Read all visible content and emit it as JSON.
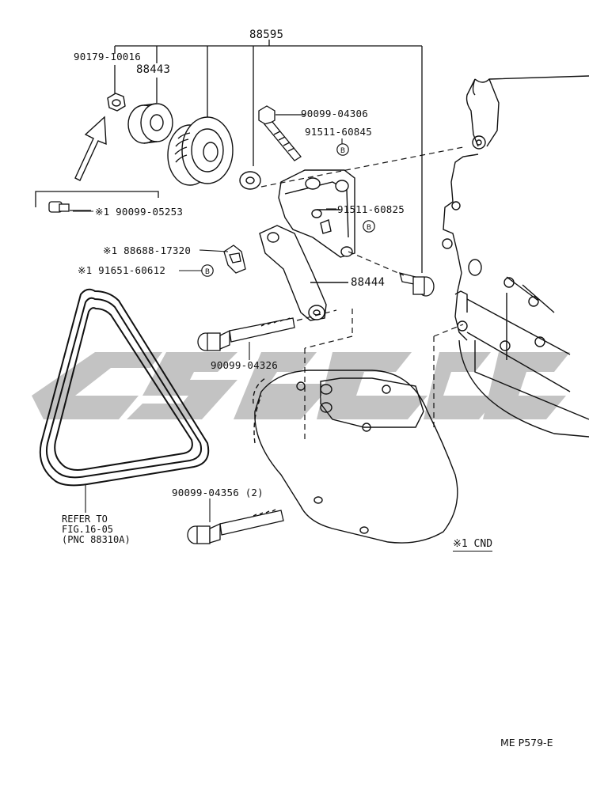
{
  "diagram": {
    "watermark_text": "GSGC",
    "callouts": {
      "assembly_bracket": "88595",
      "nut": "90179-10016",
      "idler_pulley": "88443",
      "bolt_top": "90099-04306",
      "fastener_b_top": "91511-60845",
      "fastener_b_mid": "91511-60825",
      "bolt_option": "※1  90099-05253",
      "clamp": "※1  88688-17320",
      "fastener_b_clamp": "※1  91651-60612",
      "adjusting_bar": "88444",
      "through_bolt": "90099-04326",
      "compressor_bolt": "90099-04356 (2)"
    },
    "belt_reference": {
      "line1": "REFER TO",
      "line2": "FIG.16-05",
      "line3": "(PNC 88310A)"
    },
    "condition_note": "※1  CND",
    "page_code": "ME  P579-E",
    "symbol_b": "B"
  }
}
